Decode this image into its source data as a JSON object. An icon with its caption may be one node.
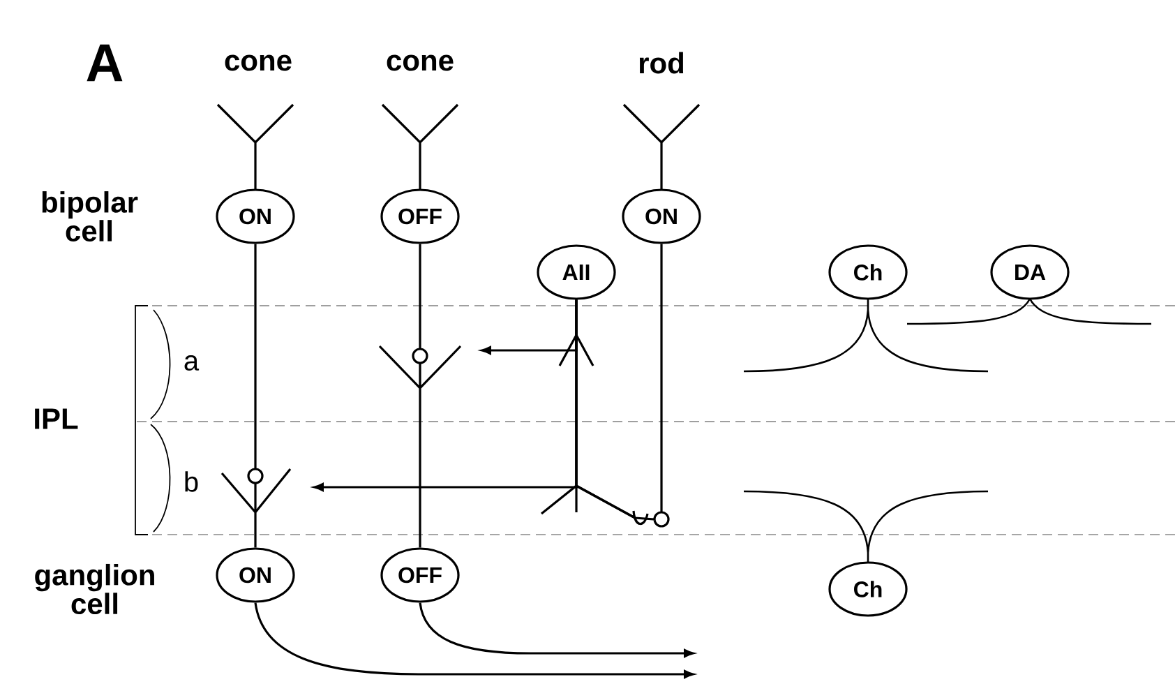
{
  "diagram": {
    "nodes": [
      {
        "text": [
          "ON"
        ]
      },
      {
        "text": [
          "OFF"
        ]
      },
      {
        "text": [
          "ON"
        ]
      },
      {
        "text": [
          "AII"
        ]
      },
      {
        "text": [
          "Ch"
        ]
      },
      {
        "text": [
          "DA"
        ]
      },
      {
        "text": [
          "ON"
        ]
      },
      {
        "text": [
          "OFF"
        ]
      },
      {
        "text": [
          "Ch"
        ]
      }
    ],
    "edges": [
      {
        "from": 0,
        "to": 6,
        "arrow": "none"
      },
      {
        "from": 1,
        "to": 7,
        "arrow": "none"
      },
      {
        "from": 2,
        "to": 3,
        "arrow": "none"
      },
      {
        "from": 3,
        "to": null,
        "arrow": "to"
      },
      {
        "from": 3,
        "to": null,
        "arrow": "to"
      },
      {
        "from": 6,
        "to": null,
        "arrow": "to"
      },
      {
        "from": 7,
        "to": null,
        "arrow": "to"
      }
    ],
    "labels": [
      "A",
      "cone",
      "cone",
      "rod",
      "bipolar cell",
      "IPL",
      "a",
      "b",
      "ganglion cell"
    ]
  }
}
